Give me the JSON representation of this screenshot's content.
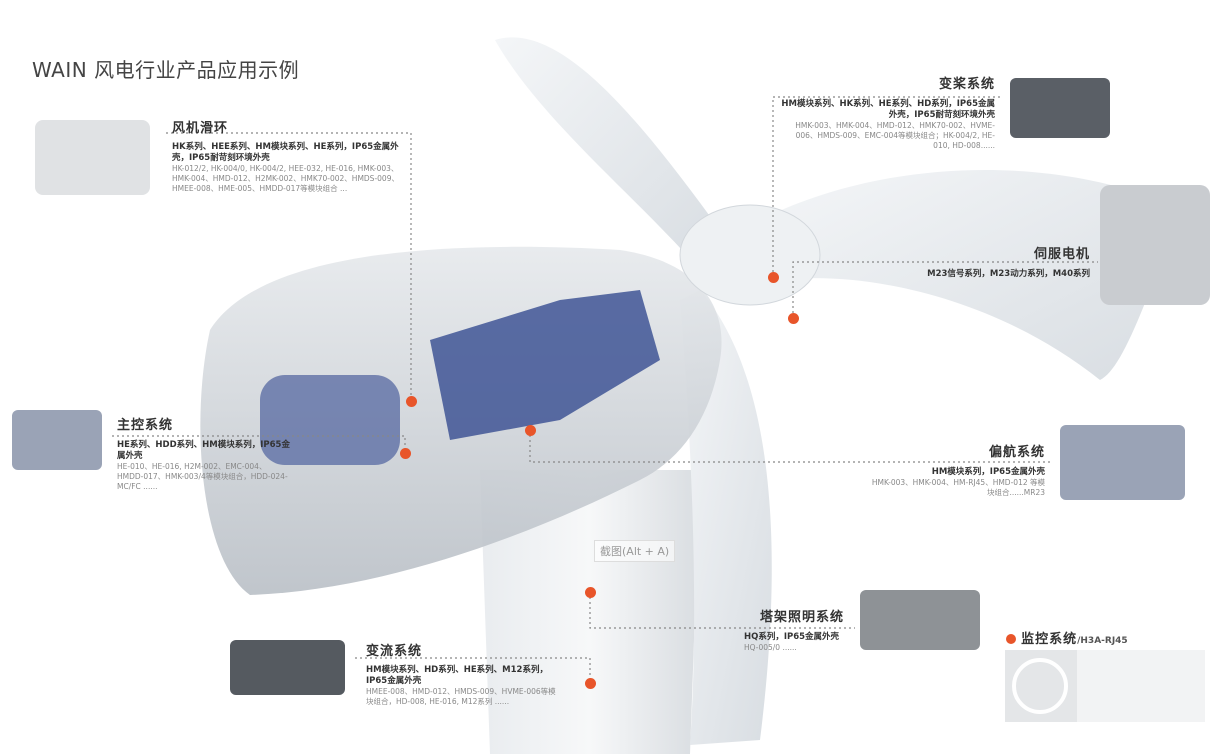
{
  "title": "WAIN 风电行业产品应用示例",
  "colors": {
    "accent": "#e8552a",
    "line": "#888888"
  },
  "sections": {
    "slip_ring": {
      "title": "风机滑环",
      "main": "HK系列、HEE系列、HM模块系列、HE系列，IP65金属外壳，IP65耐苛刻环境外壳",
      "sub": "HK-012/2, HK-004/0, HK-004/2, HEE-032, HE-016, HMK-003、HMK-004、HMD-012、H2MK-002、HMK70-002、HMDS-009、HMEE-008、HME-005、HMDD-017等模块组合 ..."
    },
    "pitch": {
      "title": "变桨系统",
      "main": "HM模块系列、HK系列、HE系列、HD系列，IP65金属外壳，IP65耐苛刻环境外壳",
      "sub": "HMK-003、HMK-004、HMD-012、HMK70-002、HVME-006、HMDS-009、EMC-004等模块组合；HK-004/2, HE-010, HD-008......"
    },
    "servo": {
      "title": "伺服电机",
      "main": "M23信号系列，M23动力系列，M40系列"
    },
    "main_control": {
      "title": "主控系统",
      "main": "HE系列、HDD系列、HM模块系列，IP65金属外壳",
      "sub": "HE-010、HE-016, H2M-002、EMC-004、HMDD-017、HMK-003/4等模块组合，HDD-024-MC/FC ......"
    },
    "yaw": {
      "title": "偏航系统",
      "main": "HM模块系列，IP65金属外壳",
      "sub": "HMK-003、HMK-004、HM-RJ45、HMD-012 等模块组合......MR23"
    },
    "converter": {
      "title": "变流系统",
      "main": "HM模块系列、HD系列、HE系列、M12系列，IP65金属外壳",
      "sub": "HMEE-008、HMD-012、HMDS-009、HVME-006等模块组合，HD-008, HE-016, M12系列 ......"
    },
    "tower_light": {
      "title": "塔架照明系统",
      "main": "HQ系列，IP65金属外壳",
      "sub": "HQ-005/0 ......"
    },
    "monitor": {
      "title": "监控系统",
      "suffix": "/H3A-RJ45"
    }
  },
  "tooltip": "截图(Alt + A)"
}
